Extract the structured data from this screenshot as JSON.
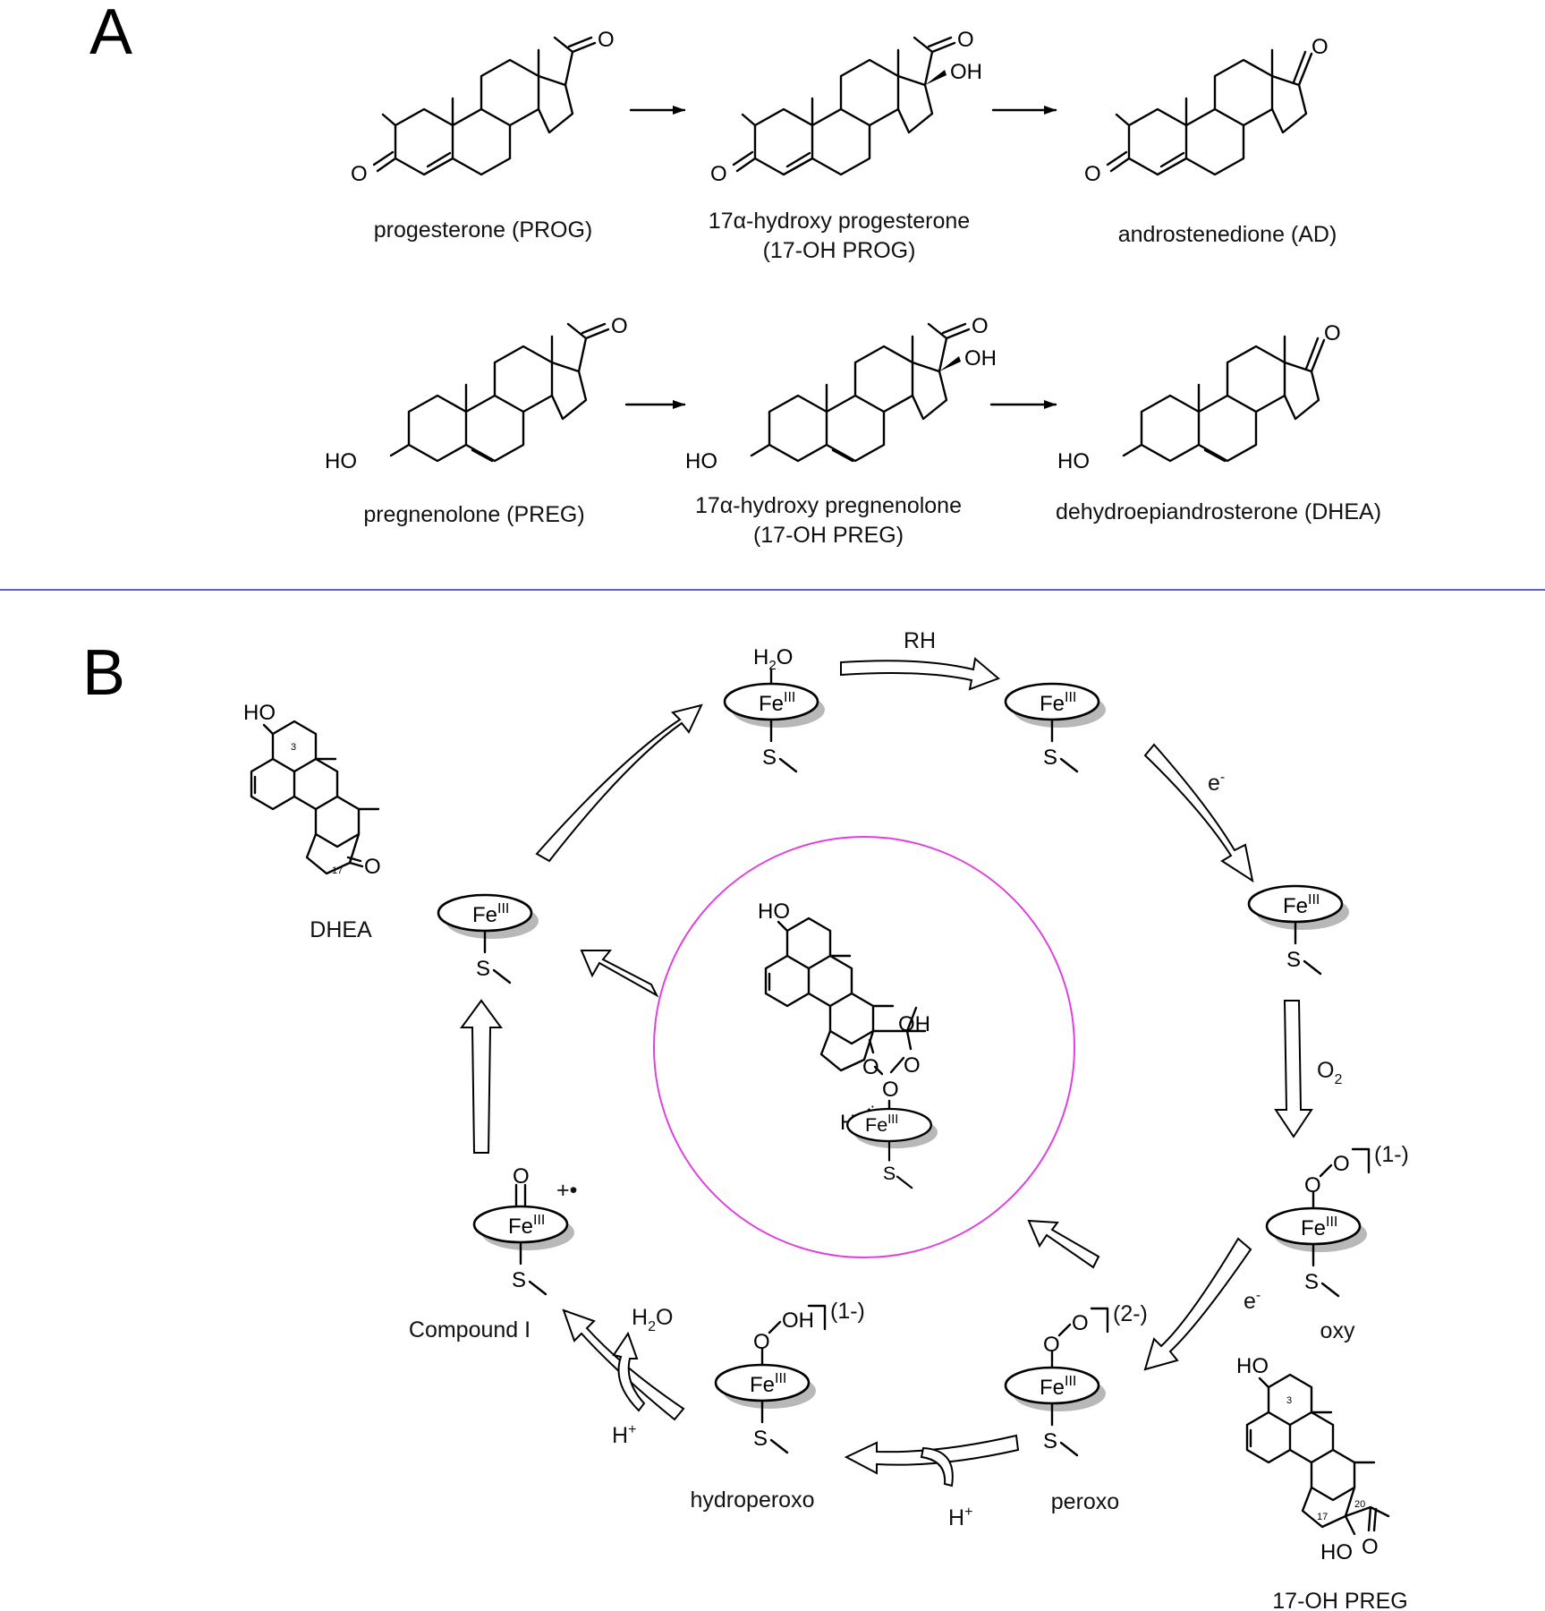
{
  "panel_a": {
    "label": "A",
    "row1": [
      {
        "name_line1": "progesterone (PROG)",
        "name_line2": ""
      },
      {
        "name_line1": "17α-hydroxy progesterone",
        "name_line2": "(17-OH PROG)"
      },
      {
        "name_line1": "androstenedione (AD)",
        "name_line2": ""
      }
    ],
    "row2": [
      {
        "name_line1": "pregnenolone (PREG)",
        "name_line2": ""
      },
      {
        "name_line1": "17α-hydroxy pregnenolone",
        "name_line2": "(17-OH PREG)"
      },
      {
        "name_line1": "dehydroepiandrosterone (DHEA)",
        "name_line2": ""
      }
    ]
  },
  "panel_b": {
    "label": "B",
    "states": {
      "resting": {
        "ligand": "H2O"
      },
      "oxy": {
        "label": "oxy",
        "charge": "(1-)"
      },
      "peroxo": {
        "label": "peroxo",
        "charge": "(2-)"
      },
      "hydroperoxo": {
        "label": "hydroperoxo",
        "charge": "(1-)"
      },
      "compound_i": {
        "label": "Compound I",
        "radical": "+•"
      }
    },
    "iron": "Fe",
    "iron_ox": "III",
    "steps": {
      "substrate": "RH",
      "electron": "e",
      "electron_sup": "-",
      "oxygen": "O",
      "oxygen_sub": "2",
      "proton": "H",
      "proton_sup": "+",
      "water": "H",
      "water_sub": "2",
      "water_o": "O"
    },
    "molecules": {
      "product": "DHEA",
      "substrate": "17-OH PREG"
    },
    "atoms": {
      "ho": "HO",
      "oh": "OH",
      "o": "O",
      "h": "H",
      "s": "S",
      "c3": "3",
      "c17": "17",
      "c20": "20"
    },
    "colors": {
      "divider": "#5b5fd6",
      "intermediate_circle": "#e040e0",
      "heme_shadow": "#b8b8b8"
    }
  }
}
